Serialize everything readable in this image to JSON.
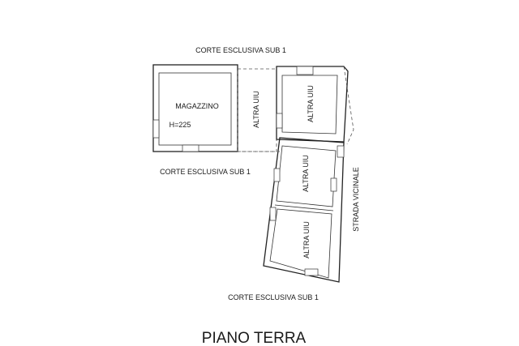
{
  "labels": {
    "corte_top": "CORTE ESCLUSIVA SUB 1",
    "corte_left": "CORTE ESCLUSIVA SUB 1",
    "corte_bottom": "CORTE ESCLUSIVA SUB 1",
    "strada": "STRADA VICINALE",
    "magazzino": "MAGAZZINO",
    "height": "H=225",
    "altra_1": "ALTRA UIU",
    "altra_2": "ALTRA UIU",
    "altra_3": "ALTRA UIU",
    "altra_4": "ALTRA UIU"
  },
  "title": "PIANO TERRA"
}
